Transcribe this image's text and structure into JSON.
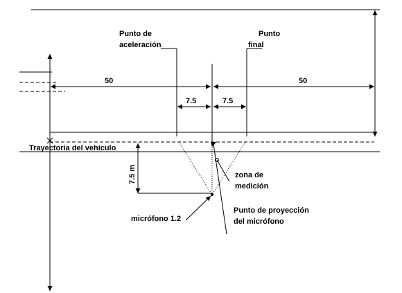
{
  "labels": {
    "accel_point_line1": "Punto de",
    "accel_point_line2": "aceleración",
    "final_point_line1": "Punto",
    "final_point_line2": "final",
    "left_distance": "50",
    "right_distance": "50",
    "left_half": "7.5",
    "right_half": "7.5",
    "vehicle_path": "Trayectoria del vehículo",
    "mic_distance": "7.5 m",
    "zone_line1": "zona de",
    "zone_line2": "medición",
    "projection_line1": "Punto de proyección",
    "projection_line2": "del micrófono",
    "microphone": "micrófono 1.2"
  },
  "colors": {
    "line": "#000000",
    "background": "#ffffff"
  }
}
